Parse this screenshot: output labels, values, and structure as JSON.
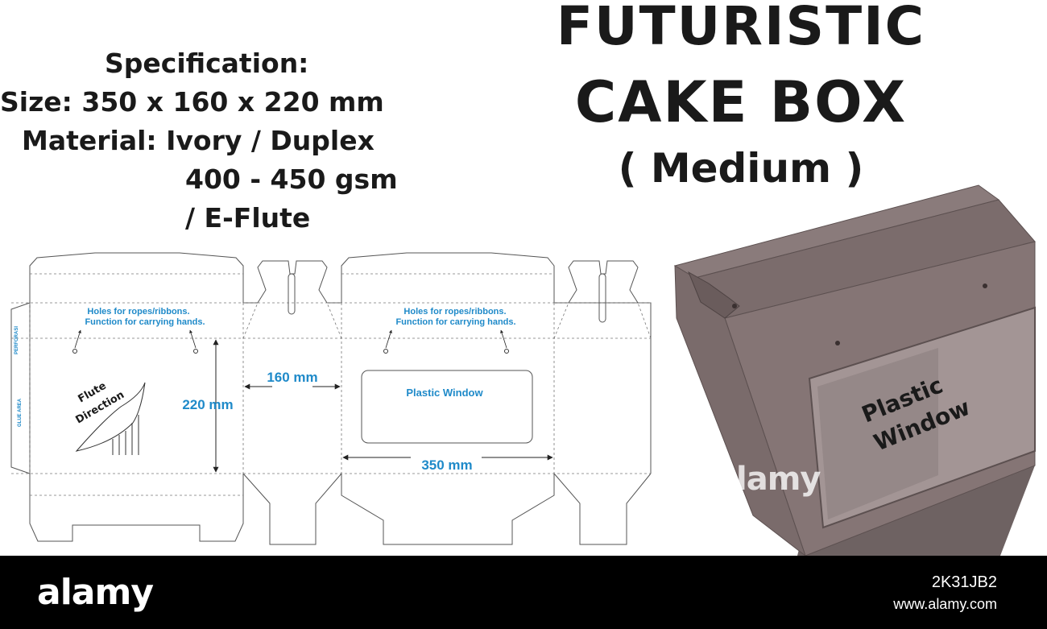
{
  "specification": {
    "heading": "Specification:",
    "size": "Size: 350 x 160 x 220 mm",
    "material": "Material: Ivory / Duplex",
    "weight": "400 - 450 gsm",
    "flute": "/ E-Flute"
  },
  "title": {
    "line1": "FUTURISTIC",
    "line2": "CAKE BOX",
    "line3": "( Medium )"
  },
  "dieline": {
    "holes_note_line1": "Holes for ropes/ribbons.",
    "holes_note_line2": "Function for carrying hands.",
    "perforation_label": "PERFORASI",
    "glue_area_label": "GLUE AREA",
    "flute_direction_line1": "Flute",
    "flute_direction_line2": "Direction",
    "height_dimension": "220 mm",
    "depth_dimension": "160 mm",
    "width_dimension": "350 mm",
    "window_label": "Plastic Window"
  },
  "mockup": {
    "window_line1": "Plastic",
    "window_line2": "Window",
    "box_color": "#857575"
  },
  "colors": {
    "dimension_blue": "#1f8ac9",
    "outline": "#555555",
    "text_dark": "#1a1a1a"
  },
  "footer": {
    "logo": "alamy",
    "image_id": "2K31JB2",
    "url": "www.alamy.com"
  },
  "watermark": "alamy"
}
